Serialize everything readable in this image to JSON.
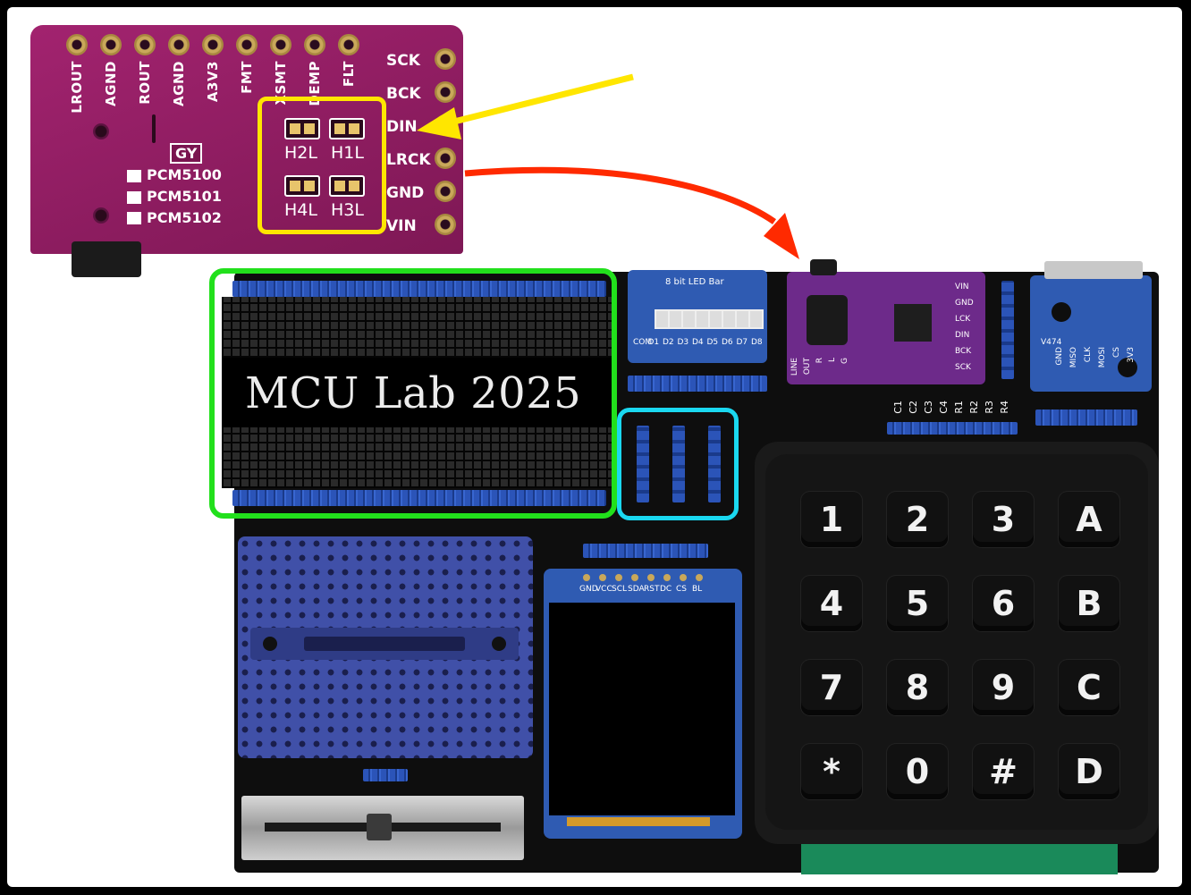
{
  "dac_module": {
    "top_pins": [
      "LROUT",
      "AGND",
      "ROUT",
      "AGND",
      "A3V3",
      "FMT",
      "XSMT",
      "DEMP",
      "FLT"
    ],
    "side_pins": [
      "SCK",
      "BCK",
      "DIN",
      "LRCK",
      "GND",
      "VIN"
    ],
    "jumper_pads": [
      "H2L",
      "H1L",
      "H4L",
      "H3L"
    ],
    "brand": "GY",
    "chip_options": [
      "PCM5100",
      "PCM5101",
      "PCM5102"
    ]
  },
  "board": {
    "title": "MCU Lab 2025",
    "led_bar_title": "8 bit LED Bar",
    "led_bar_pins": [
      "COM",
      "D1",
      "D2",
      "D3",
      "D4",
      "D5",
      "D6",
      "D7",
      "D8"
    ],
    "dac_labels": [
      "VIN",
      "GND",
      "LCK",
      "DIN",
      "BCK",
      "SCK"
    ],
    "dac_side_labels": [
      "LINE",
      "OUT",
      "R",
      "L",
      "G"
    ],
    "sd_labels": [
      "V474",
      "GND",
      "MISO",
      "CLK",
      "MOSI",
      "CS",
      "3V3"
    ],
    "keypad_columns": [
      "C1",
      "C2",
      "C3",
      "C4",
      "R1",
      "R2",
      "R3",
      "R4"
    ],
    "tft_pins": [
      "GND",
      "VCC",
      "SCL",
      "SDA",
      "RST",
      "DC",
      "CS",
      "BL"
    ],
    "keypad_keys": [
      [
        "1",
        "2",
        "3",
        "A"
      ],
      [
        "4",
        "5",
        "6",
        "B"
      ],
      [
        "7",
        "8",
        "9",
        "C"
      ],
      [
        "*",
        "0",
        "#",
        "D"
      ]
    ]
  },
  "annotations": {
    "yellow": "#ffe600",
    "red": "#ff2a00",
    "green": "#22e01c",
    "cyan": "#1ad8f0"
  }
}
